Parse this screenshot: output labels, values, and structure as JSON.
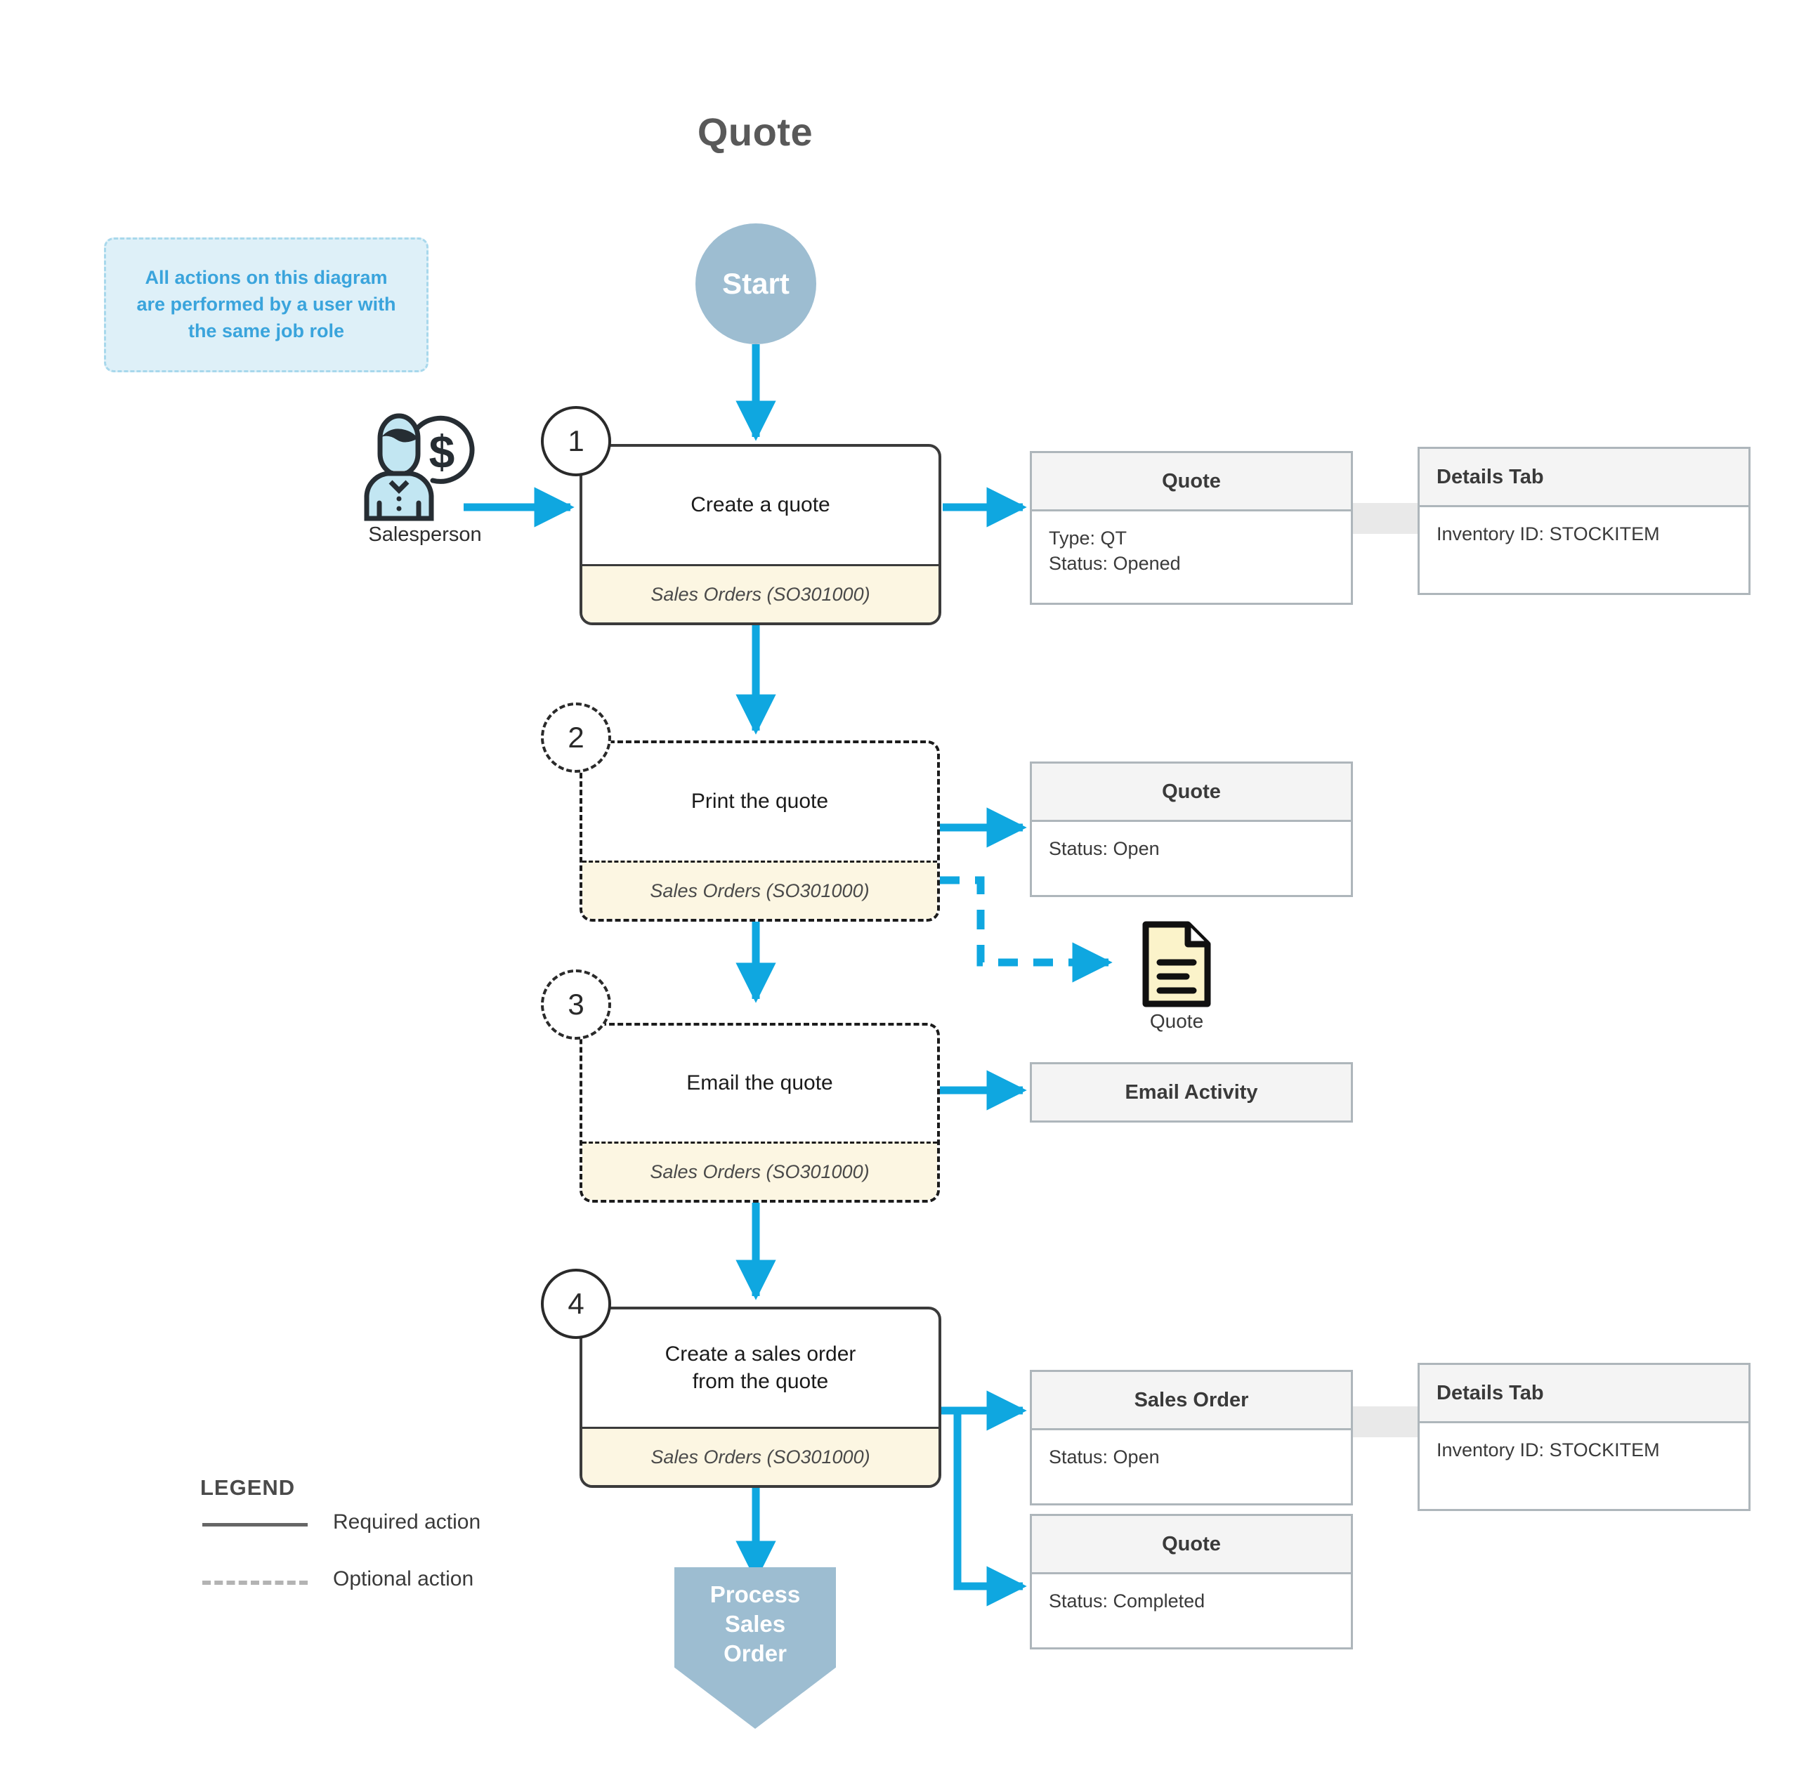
{
  "title": "Quote",
  "note": {
    "text": "All actions on this diagram\nare performed by a user with\nthe same job role"
  },
  "start": {
    "label": "Start"
  },
  "actor": {
    "label": "Salesperson",
    "icon": "salesperson-icon"
  },
  "steps": [
    {
      "number": "1",
      "label": "Create a quote",
      "screen": "Sales Orders (SO301000)",
      "type": "required"
    },
    {
      "number": "2",
      "label": "Print the quote",
      "screen": "Sales Orders (SO301000)",
      "type": "optional"
    },
    {
      "number": "3",
      "label": "Email the quote",
      "screen": "Sales Orders (SO301000)",
      "type": "optional"
    },
    {
      "number": "4",
      "label": "Create a sales order\nfrom the quote",
      "screen": "Sales Orders (SO301000)",
      "type": "required"
    }
  ],
  "entities": {
    "quote_created": {
      "header": "Quote",
      "body": "Type: QT\nStatus: Opened"
    },
    "details_tab_1": {
      "header": "Details Tab",
      "body": "Inventory ID: STOCKITEM"
    },
    "quote_printed": {
      "header": "Quote",
      "body": "Status: Open"
    },
    "email_activity": {
      "header": "Email Activity"
    },
    "sales_order": {
      "header": "Sales Order",
      "body": "Status: Open"
    },
    "details_tab_2": {
      "header": "Details Tab",
      "body": "Inventory ID: STOCKITEM"
    },
    "quote_completed": {
      "header": "Quote",
      "body": "Status: Completed"
    }
  },
  "documents": [
    {
      "label": "Quote",
      "icon": "document-icon"
    }
  ],
  "end": {
    "label": "Process\nSales\nOrder"
  },
  "legend": {
    "title": "LEGEND",
    "items": [
      {
        "style": "solid",
        "label": "Required action"
      },
      {
        "style": "dashed",
        "label": "Optional action"
      }
    ]
  },
  "colors": {
    "accent_arrow": "#0fa7e0",
    "node_blue": "#9dbdd1",
    "note_bg": "#def0f8",
    "note_text": "#3aa4dc",
    "screen_footer": "#fcf6e2",
    "card_border": "#aeb6bb",
    "card_header_bg": "#f4f4f4",
    "title_text": "#595959",
    "document_fill": "#fbf3ca"
  }
}
